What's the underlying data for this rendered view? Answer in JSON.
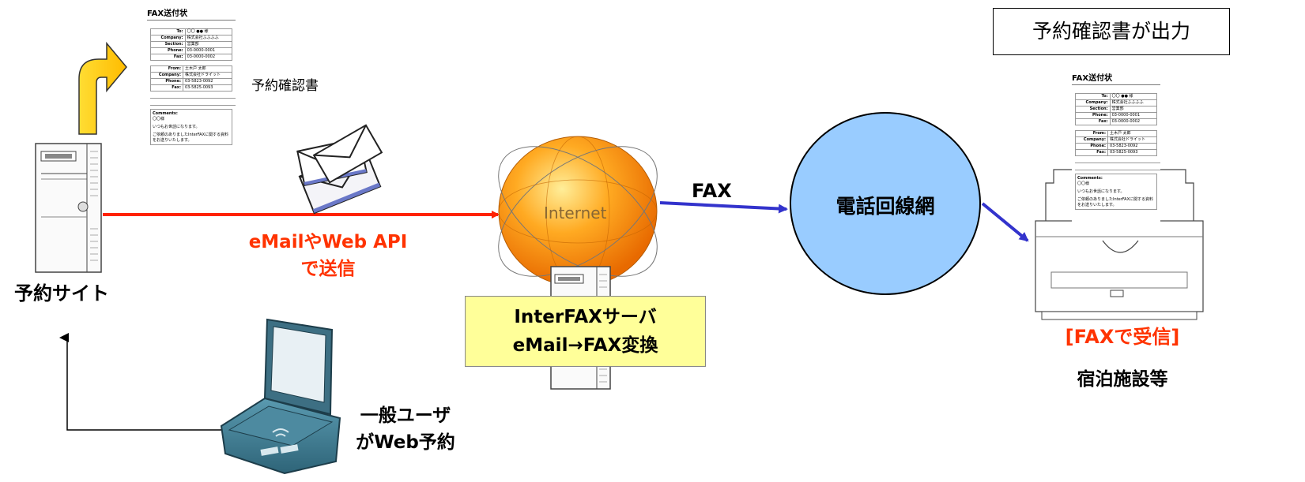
{
  "fax_document_top": {
    "title": "FAX送付状",
    "to_rows": [
      [
        "To:",
        "〇〇 ●● 様"
      ],
      [
        "Company:",
        "株式会社ふふふふ"
      ],
      [
        "Section:",
        "営業部"
      ],
      [
        "Phone:",
        "03-0000-0001"
      ],
      [
        "Fax:",
        "03-0000-0002"
      ]
    ],
    "from_rows": [
      [
        "From:",
        "土木戸 太郎"
      ],
      [
        "Company:",
        "株式会社ドライット"
      ],
      [
        "Phone:",
        "03-5823-0092"
      ],
      [
        "Fax:",
        "03-5825-0093"
      ]
    ],
    "comments_label": "Comments:",
    "lines": [
      "〇〇様",
      "いつもお世話になります。",
      "ご依頼のありましたInterFAXに関する資料",
      "をお送りいたします。"
    ]
  },
  "document_label": "予約確認書",
  "reservation_site_label": "予約サイト",
  "send_label_line1": "eMailやWeb API",
  "send_label_line2": "で送信",
  "internet_label": "Internet",
  "interfax_box_line1": "InterFAXサーバ",
  "interfax_box_line2": "eMail→FAX変換",
  "fax_arrow_label": "FAX",
  "phone_network_label": "電話回線網",
  "output_box_label": "予約確認書が出力",
  "fax_receive_label": "[FAXで受信]",
  "facility_label": "宿泊施設等",
  "user_label_line1": "一般ユーザ",
  "user_label_line2": "がWeb予約",
  "colors": {
    "red_arrow": "#ff2200",
    "blue_arrow": "#3333cc",
    "globe": "#ff9900",
    "network_circle": "#99ccff",
    "yellow_box": "#ffff99",
    "accent_text": "#ff3300"
  }
}
